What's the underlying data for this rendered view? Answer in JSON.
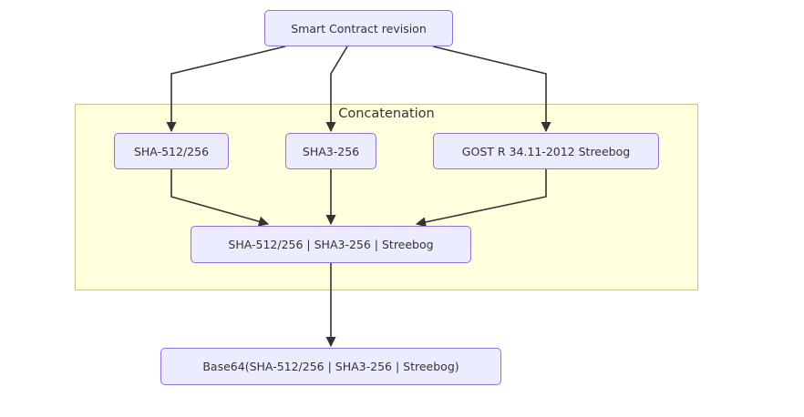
{
  "diagram": {
    "cluster": {
      "label": "Concatenation"
    },
    "nodes": {
      "root": "Smart Contract revision",
      "sha512": "SHA-512/256",
      "sha3": "SHA3-256",
      "gost": "GOST R 34.11-2012 Streebog",
      "concat": "SHA-512/256 | SHA3-256 | Streebog",
      "base64": "Base64(SHA-512/256 | SHA3-256 | Streebog)"
    },
    "edges": [
      {
        "from": "root",
        "to": "sha512"
      },
      {
        "from": "root",
        "to": "sha3"
      },
      {
        "from": "root",
        "to": "gost"
      },
      {
        "from": "sha512",
        "to": "concat"
      },
      {
        "from": "sha3",
        "to": "concat"
      },
      {
        "from": "gost",
        "to": "concat"
      },
      {
        "from": "concat",
        "to": "base64"
      }
    ],
    "colors": {
      "node_fill": "#ececff",
      "node_border": "#9370db",
      "cluster_fill": "#ffffde",
      "cluster_border": "#c4c48a",
      "edge": "#333333"
    }
  }
}
